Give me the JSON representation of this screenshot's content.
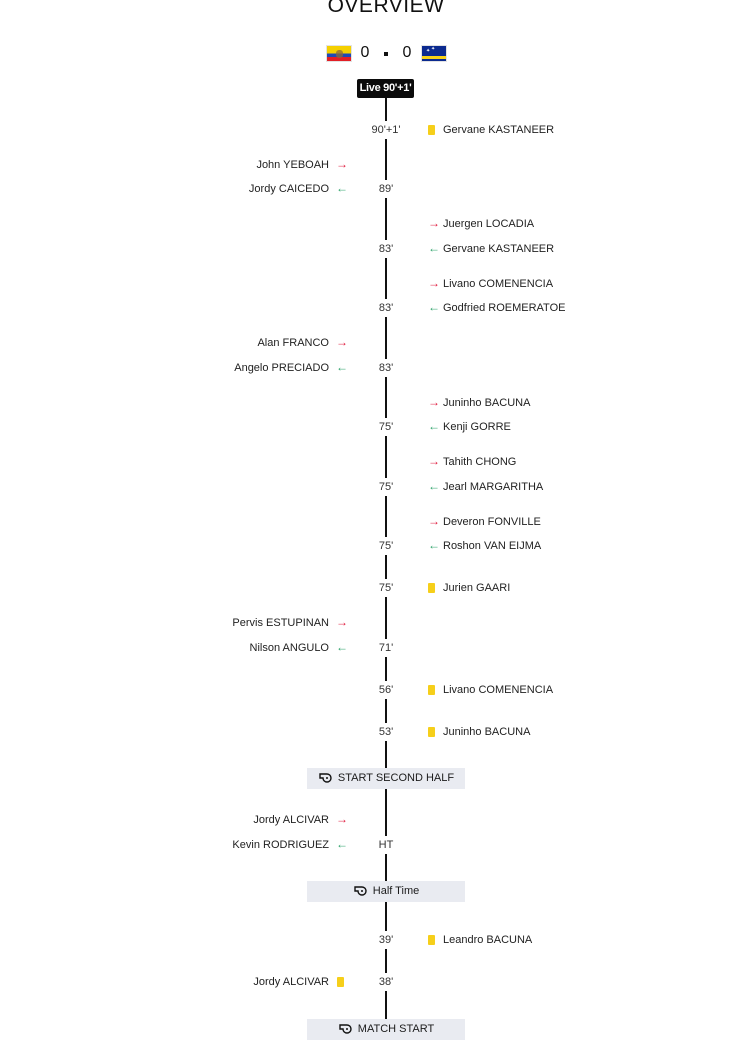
{
  "title": "OVERVIEW",
  "match": {
    "home_team_flag": "ecuador-flag",
    "away_team_flag": "curacao-flag",
    "home_score": "0",
    "away_score": "0",
    "status": "Live 90'+1'"
  },
  "colors": {
    "sub_in": "#e0193c",
    "sub_out": "#2fa36b",
    "yellow_card": "#f6cf1a",
    "period_bg": "#e9ebf1",
    "badge_bg": "#0b0b0b"
  },
  "events": {
    "e1": {
      "minute": "90'+1'",
      "player": "Gervane KASTANEER"
    },
    "e2": {
      "minute": "89'",
      "in": "John YEBOAH",
      "out": "Jordy CAICEDO"
    },
    "e3": {
      "minute": "83'",
      "in": "Juergen LOCADIA",
      "out": "Gervane KASTANEER"
    },
    "e4": {
      "minute": "83'",
      "in": "Livano COMENENCIA",
      "out": "Godfried ROEMERATOE"
    },
    "e5": {
      "minute": "83'",
      "in": "Alan FRANCO",
      "out": "Angelo PRECIADO"
    },
    "e6": {
      "minute": "75'",
      "in": "Juninho BACUNA",
      "out": "Kenji GORRE"
    },
    "e7": {
      "minute": "75'",
      "in": "Tahith CHONG",
      "out": "Jearl MARGARITHA"
    },
    "e8": {
      "minute": "75'",
      "in": "Deveron FONVILLE",
      "out": "Roshon VAN EIJMA"
    },
    "e9": {
      "minute": "75'",
      "player": "Jurien GAARI"
    },
    "e10": {
      "minute": "71'",
      "in": "Pervis ESTUPINAN",
      "out": "Nilson ANGULO"
    },
    "e11": {
      "minute": "56'",
      "player": "Livano COMENENCIA"
    },
    "e12": {
      "minute": "53'",
      "player": "Juninho BACUNA"
    },
    "e13": {
      "minute": "HT",
      "in": "Jordy ALCIVAR",
      "out": "Kevin RODRIGUEZ"
    },
    "e14": {
      "minute": "39'",
      "player": "Leandro BACUNA"
    },
    "e15": {
      "minute": "38'",
      "player": "Jordy ALCIVAR"
    }
  },
  "periods": {
    "second_half": "START SECOND HALF",
    "half_time": "Half Time",
    "match_start": "MATCH START"
  },
  "icons": {
    "sub_in": "arrow-right-icon",
    "sub_out": "arrow-left-icon",
    "card": "yellow-card-icon",
    "period": "whistle-icon"
  }
}
